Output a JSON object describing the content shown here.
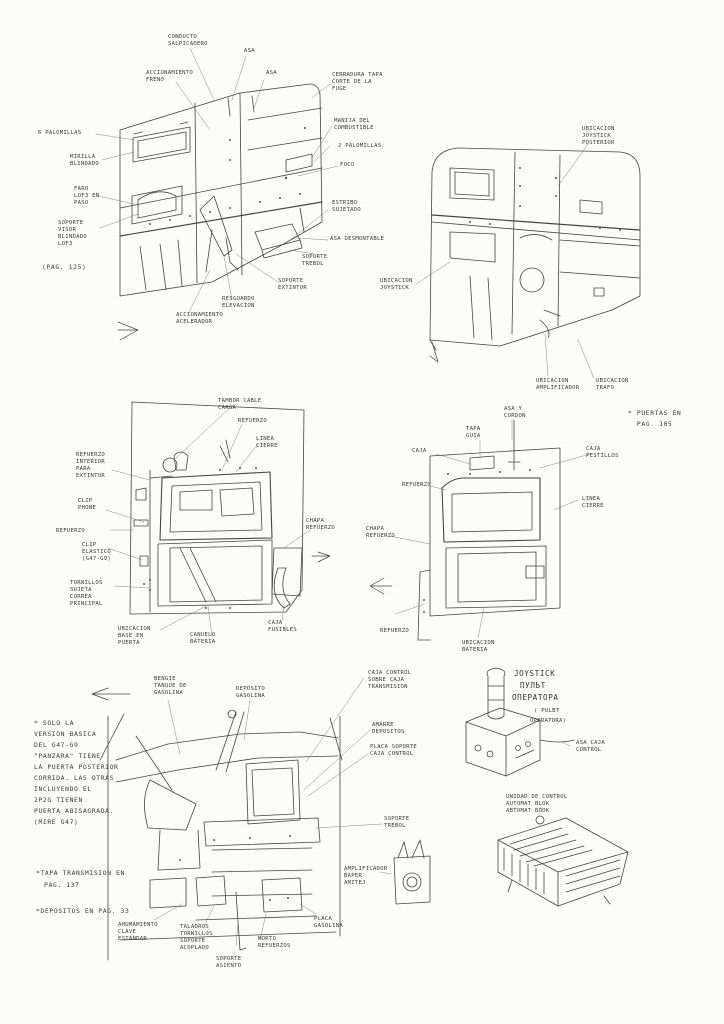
{
  "sketch1": {
    "conducto_salpicadero": "CONDUCTO\nSALPICADERO",
    "accionamiento_freno": "ACCIONAMIENTO\nFRENO",
    "asa_1": "ASA",
    "asa_2": "ASA",
    "cerradura": "CERRADURA TAPA\nCORTE DE LA\nFUGE",
    "manija": "MANIJA DEL\nCOMBUSTIBLE",
    "palomillas_2": "2 PALOMILLAS",
    "palomillas_6": "6 PALOMILLAS",
    "mirilla": "MIRILLA\nBLINDADO",
    "foco": "FOCO",
    "faro": "FARO\nLOF3 EN\nPASO",
    "soporte_visor": "SOPORTE\nVISOR\nBLINDADO\nLOF3",
    "pag": "(PAG. 125)",
    "estribo": "ESTRIBO\nSUJETADO",
    "asa_desmontable": "ASA DESMONTABLE",
    "soporte_trebol": "SOPORTE\nTREBOL",
    "soporte_extintor": "SOPORTE\nEXTINTOR",
    "accionamiento_acelerador": "ACCIONAMIENTO\nACELERADOR",
    "asiento_elevacion": "RESGUARDO\nELEVACION"
  },
  "sketch2": {
    "ubicacion_joystick": "UBICACION\nJOYSTICK\nPOSTERIOR",
    "ubicacion_joystick_left": "UBICACION\nJOYSTICK",
    "ubicacion_amplificador": "UBICACION\nAMPLIFICADOR",
    "ubicacion_trafo": "UBICACION\nTRAFO",
    "puertas_note": "* PUERTAS EN\n  PAG. 105"
  },
  "sketch3": {
    "tambor_cable": "TAMBOR CABLE\nCARGA",
    "refuerzo_top": "REFUERZO",
    "linea_cierre": "LINEA\nCIERRE",
    "refuerzo_interior": "REFUERZO\nINTERIOR\nPARA\nEXTINTOR",
    "clip_phone": "CLIP\nPHONE",
    "refuerzo_left": "REFUERZO",
    "clip_elastico": "CLIP\nELASTICO\n(G47-G9)",
    "tornillos": "TORNILLOS\nSUJETA\nCORREA\nPRINCIPAL",
    "ubicacion_puerta": "UBICACION\nBASE EN\nPUERTA",
    "canuelo": "CANUELO\nBATERIA",
    "chapa_refuerzo": "CHAPA\nREFUERZO",
    "caja_fusibles": "CAJA\nFUSIBLES"
  },
  "sketch4": {
    "asa_cordon": "ASA Y\nCORDON",
    "tapa_guia": "TAPA\nGUIA",
    "caja": "CAJA",
    "caja_pestillos": "CAJA\nPESTILLOS",
    "refuerzo_a": "REFUERZO",
    "linea_cierre": "LINEA\nCIERRE",
    "chapa_refuerzo": "CHAPA\nREFUERZO",
    "refuerzo_b": "REFUERZO",
    "ubicacion_bateria": "UBICACION\nBATERIA"
  },
  "sketch5": {
    "bengie_gasolina": "BENGIE\nTANQUE DE\nGASOLINA",
    "deposito_gasolina": "DEPOSITO\nGASOLINA",
    "caja_control": "CAJA CONTROL\nSOBRE CAJA\nTRANSMISION",
    "amarre_depositos": "AMARRE\nDEPOSITOS",
    "placa_soporte": "PLACA SOPORTE\nCAJA CONTROL",
    "soporte_trebol": "SOPORTE\nTREBOL",
    "amplificador": "AMPLIFICADOR\nBAPER\nAMITEJ",
    "ahumamiento": "AHUMAMIENTO\nCLAVE\nESTANDAR",
    "taladros": "TALADROS\nTORNILLOS\nSOPORTE\nACOPLADO",
    "soporte_asiento": "SOPORTE\nASIENTO",
    "cinta_refuerzos": "MORTO\nREFUERZOS",
    "placa_gasolina": "PLACA\nGASOLINA"
  },
  "note_left": {
    "line1": "* SOLO LA",
    "line2": "VERSION BASICA",
    "line3": "DEL G47-G9",
    "line4": "\"PANZARA\" TIENE",
    "line5": "LA PUERTA POSTERIOR",
    "line6": "CORRIDA. LAS OTRAS",
    "line7": "INCLUYENDO EL",
    "line8": "2P2G TIENEN",
    "line9": "PUERTA ABISAGRADA.",
    "line10": "(MIRE G47)",
    "ref1": "*TAPA TRANSMISION EN",
    "ref1b": "PAG. 137",
    "ref2": "*DEPOSITOS EN PAG. 33"
  },
  "joystick": {
    "title1": "JOYSTICK",
    "title2": "ПУЛЬТ",
    "title3": "ОПЕРАТОРА",
    "title4": "( PULBT",
    "title5": "OPERATORA)",
    "asa_cable": "ASA CAJA\nCONTROL"
  },
  "control_box": {
    "label": "UNIDAD DE CONTROL\nAUTOMAT BLOK\nABTOMAT БЛОК"
  }
}
